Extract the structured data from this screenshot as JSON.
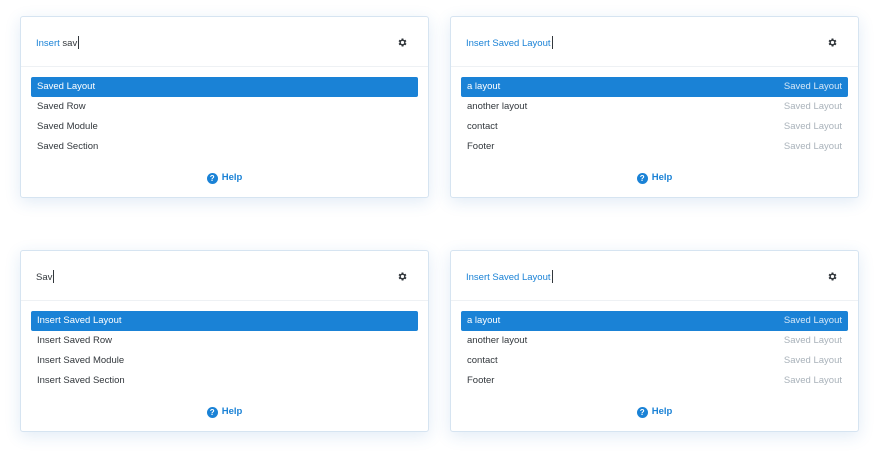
{
  "panels": [
    {
      "query_prefix": "Insert",
      "query_text": "sav",
      "items": [
        {
          "label": "Saved Layout",
          "tag": ""
        },
        {
          "label": "Saved Row",
          "tag": ""
        },
        {
          "label": "Saved Module",
          "tag": ""
        },
        {
          "label": "Saved Section",
          "tag": ""
        }
      ],
      "help_label": "Help"
    },
    {
      "query_prefix": "",
      "query_text": "Insert Saved Layout",
      "items": [
        {
          "label": "a layout",
          "tag": "Saved Layout"
        },
        {
          "label": "another layout",
          "tag": "Saved Layout"
        },
        {
          "label": "contact",
          "tag": "Saved Layout"
        },
        {
          "label": "Footer",
          "tag": "Saved Layout"
        }
      ],
      "help_label": "Help"
    },
    {
      "query_prefix": "",
      "query_text": "Sav",
      "items": [
        {
          "label": "Insert Saved Layout",
          "tag": ""
        },
        {
          "label": "Insert Saved Row",
          "tag": ""
        },
        {
          "label": "Insert Saved Module",
          "tag": ""
        },
        {
          "label": "Insert Saved Section",
          "tag": ""
        }
      ],
      "help_label": "Help"
    },
    {
      "query_prefix": "",
      "query_text": "Insert Saved Layout",
      "items": [
        {
          "label": "a layout",
          "tag": "Saved Layout"
        },
        {
          "label": "another layout",
          "tag": "Saved Layout"
        },
        {
          "label": "contact",
          "tag": "Saved Layout"
        },
        {
          "label": "Footer",
          "tag": "Saved Layout"
        }
      ],
      "help_label": "Help"
    }
  ],
  "icons": {
    "settings": "gear-icon",
    "help": "help-circle-icon"
  },
  "colors": {
    "accent": "#1a82d6",
    "text": "#32373c",
    "muted": "#a9b2ba",
    "border": "#d6e4f1"
  }
}
